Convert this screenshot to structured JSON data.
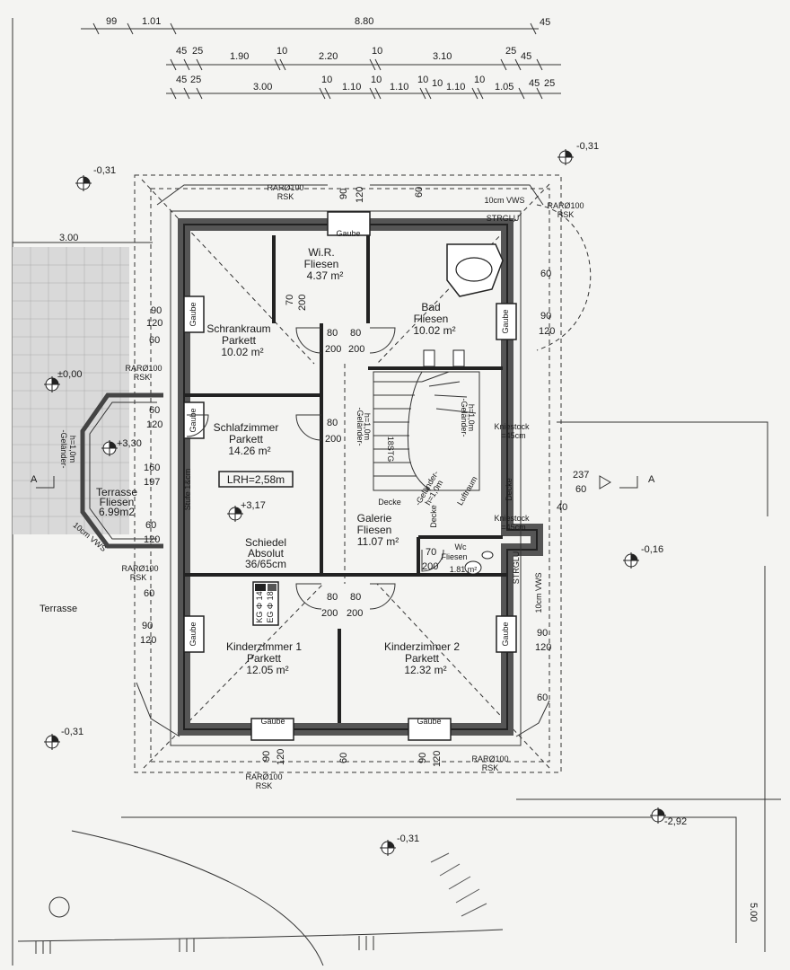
{
  "dimensions": {
    "row1": [
      "99",
      "1.01",
      "8.80",
      "45"
    ],
    "row2": [
      "45",
      "25",
      "1.90",
      "10",
      "2.20",
      "10",
      "3.10",
      "25",
      "45"
    ],
    "row3": [
      "45",
      "25",
      "3.00",
      "10",
      "1.10",
      "10",
      "1.10",
      "10",
      "10",
      "1.10",
      "10",
      "1.05",
      "45",
      "25"
    ]
  },
  "rooms": [
    {
      "name": "Wi.R.",
      "floor": "Fliesen",
      "area": "4.37 m²"
    },
    {
      "name": "Bad",
      "floor": "Fliesen",
      "area": "10.02 m²"
    },
    {
      "name": "Schrankraum",
      "floor": "Parkett",
      "area": "10.02 m²"
    },
    {
      "name": "Schlafzimmer",
      "floor": "Parkett",
      "area": "14.26 m²"
    },
    {
      "name": "Galerie",
      "floor": "Fliesen",
      "area": "11.07 m²"
    },
    {
      "name": "Wc",
      "floor": "Fliesen",
      "area": "1.81 m²"
    },
    {
      "name": "Kinderzimmer 1",
      "floor": "Parkett",
      "area": "12.05 m²"
    },
    {
      "name": "Kinderzimmer 2",
      "floor": "Parkett",
      "area": "12.32 m²"
    },
    {
      "name": "Terrasse",
      "floor": "Fliesen",
      "area": "6.99m2"
    }
  ],
  "terrace_label": "Terrasse",
  "levels": [
    "-0,31",
    "-0,31",
    "±0,00",
    "+3,30",
    "+3,17",
    "-0,16",
    "-0,31",
    "-0,31",
    "-2,92"
  ],
  "labels": {
    "gaube": "Gaube",
    "lrh": "LRH=2,58m",
    "schiedel": [
      "Schiedel",
      "Absolut",
      "36/65cm"
    ],
    "chimney": [
      "KG Φ 14",
      "EG Φ 18"
    ],
    "rar": [
      "RARØ100",
      "RSK"
    ],
    "vws": "10cm VWS",
    "kniestock": [
      "Kniestock",
      "=45cm"
    ],
    "decke": "Decke",
    "luftraum": "Luftraum",
    "gelaender": [
      "-Geländer-",
      "h=1,0m"
    ],
    "stufe": "Stufe 1&cm",
    "stairs": "18STG",
    "section": "A",
    "strglu": "STRGLU",
    "dim_3_00": "3.00",
    "dim_5_00": "5.00",
    "wall_dims": [
      "90",
      "120",
      "60",
      "80",
      "200",
      "70",
      "160",
      "197",
      "237",
      "40"
    ]
  }
}
